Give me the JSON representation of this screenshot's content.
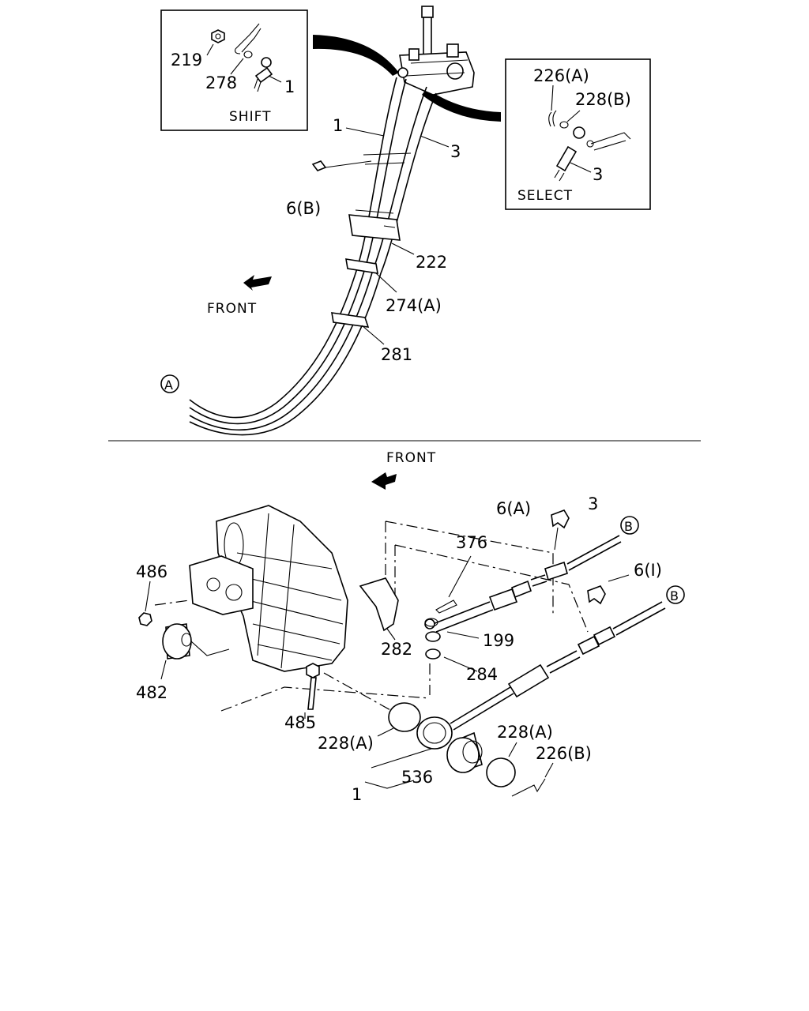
{
  "upper": {
    "inset_shift": {
      "caption": "SHIFT",
      "labels": [
        "219",
        "278",
        "1"
      ]
    },
    "inset_select": {
      "caption": "SELECT",
      "labels": [
        "226(A)",
        "228(B)",
        "3"
      ]
    },
    "labels": {
      "l1": "1",
      "l3": "3",
      "l6b": "6(B)",
      "l222": "222",
      "l274a": "274(A)",
      "l281": "281",
      "front": "FRONT",
      "circle_a": "A"
    }
  },
  "lower": {
    "labels": {
      "front": "FRONT",
      "l6a": "6(A)",
      "l3": "3",
      "circle_b1": "B",
      "l376": "376",
      "l6i": "6(I)",
      "circle_b2": "B",
      "l486": "486",
      "l199": "199",
      "l282": "282",
      "l284": "284",
      "l482": "482",
      "l485": "485",
      "l228a_1": "228(A)",
      "l228a_2": "228(A)",
      "l226b": "226(B)",
      "l536": "536",
      "l1": "1"
    }
  }
}
